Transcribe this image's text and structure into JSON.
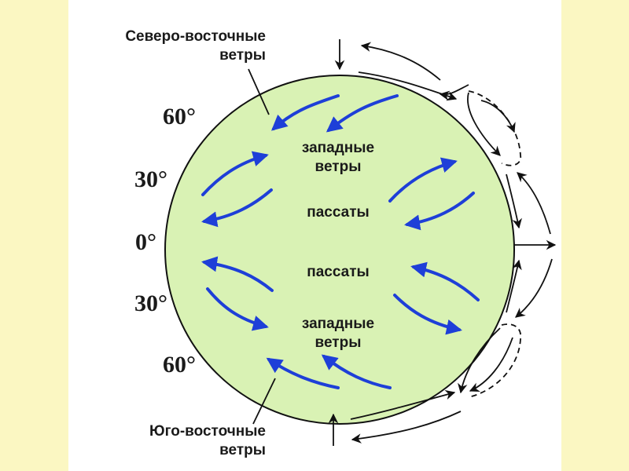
{
  "callouts": {
    "north_east": [
      "Северо-восточные",
      "ветры"
    ],
    "south_east": [
      "Юго-восточные",
      "ветры"
    ]
  },
  "latitudes": {
    "n60": "60°",
    "n30": "30°",
    "eq": "0°",
    "s30": "30°",
    "s60": "60°"
  },
  "zones": {
    "west_north": [
      "западные",
      "ветры"
    ],
    "trade_north": "пассаты",
    "trade_south": "пассаты",
    "west_south": [
      "западные",
      "ветры"
    ]
  },
  "colors": {
    "background": "#fbf7c2",
    "globe_fill": "#d9f2b4",
    "wind_arrow": "#1e3fd8"
  }
}
